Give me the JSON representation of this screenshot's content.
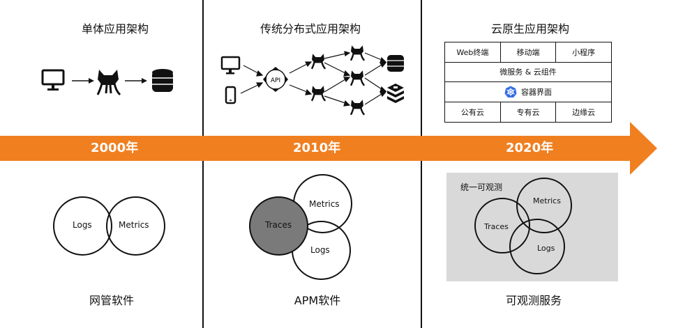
{
  "eras": [
    {
      "title": "单体应用架构",
      "year": "2000年",
      "bottom": "网管软件"
    },
    {
      "title": "传统分布式应用架构",
      "year": "2010年",
      "bottom": "APM软件"
    },
    {
      "title": "云原生应用架构",
      "year": "2020年",
      "bottom": "可观测服务"
    }
  ],
  "venn1": {
    "left": "Logs",
    "right": "Metrics"
  },
  "venn2": {
    "top": "Metrics",
    "left": "Traces",
    "bottom": "Logs"
  },
  "venn3": {
    "title": "统一可观测",
    "top": "Metrics",
    "left": "Traces",
    "bottom": "Logs"
  },
  "cloud_grid": {
    "row1": [
      "Web终端",
      "移动端",
      "小程序"
    ],
    "row2": "微服务 & 云组件",
    "row3": "容器界面",
    "row4": [
      "公有云",
      "专有云",
      "边缘云"
    ]
  },
  "api_label": "API",
  "colors": {
    "arrow": "#F07F20",
    "traces_fill": "#7a7a7a",
    "box_bg": "#d9d9d9"
  }
}
